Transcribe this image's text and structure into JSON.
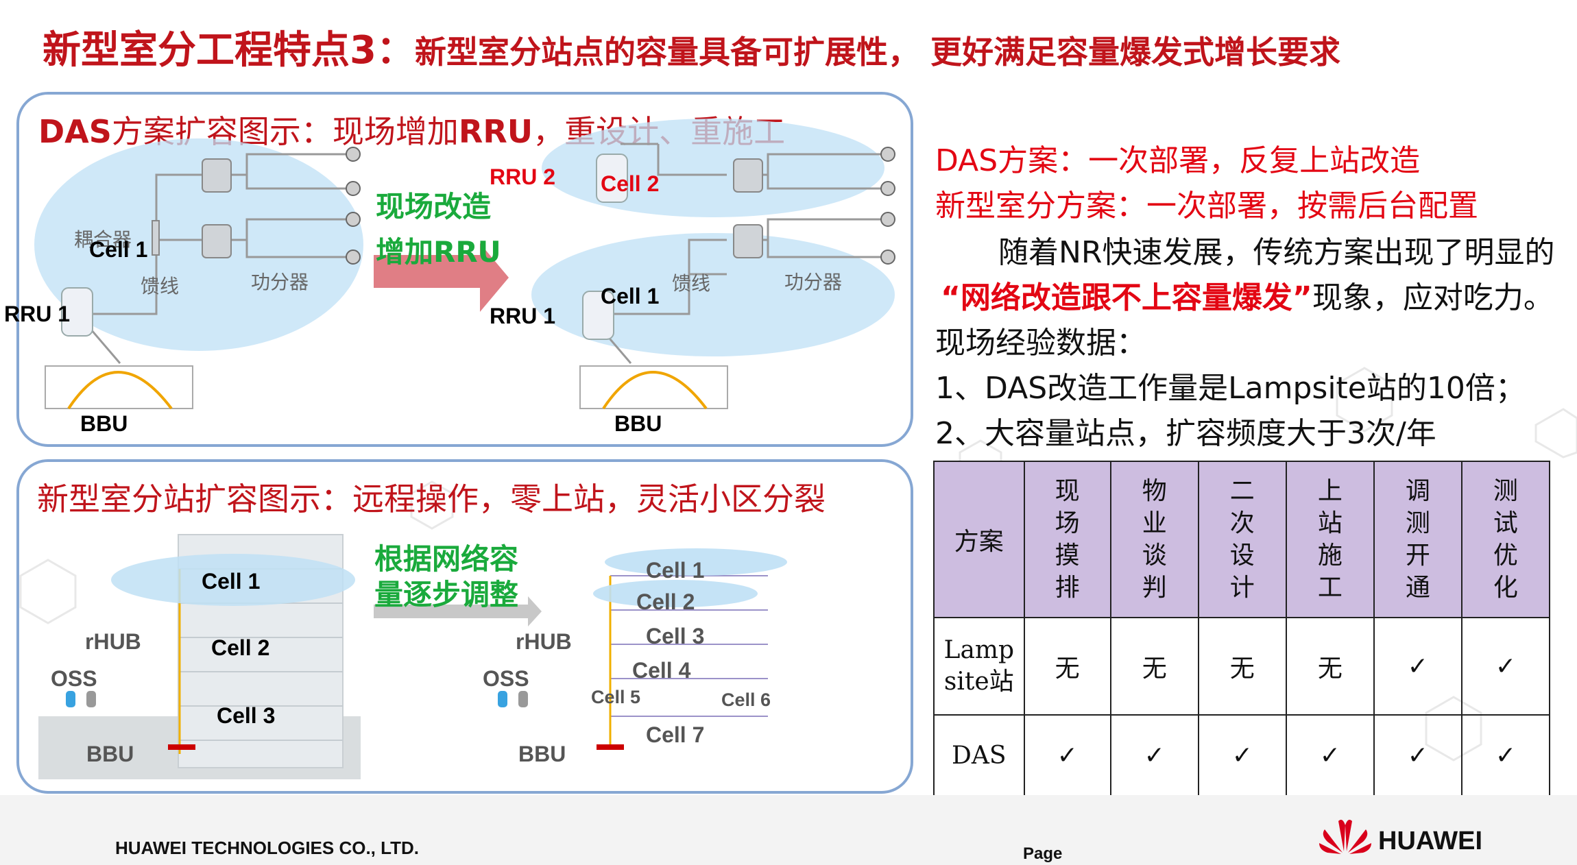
{
  "title": {
    "main": "新型室分工程特点3：",
    "sub": "新型室分站点的容量具备可扩展性， 更好满足容量爆发式增长要求"
  },
  "das_panel": {
    "heading_prefix": "DAS",
    "heading_mid": "方案扩容图示：现场增加",
    "heading_rru": "RRU",
    "heading_suffix": "，重设计、重施工",
    "left": {
      "coupler": "耦合器",
      "cell1": "Cell 1",
      "feeder": "馈线",
      "splitter": "功分器",
      "rru1": "RRU 1",
      "bbu": "BBU"
    },
    "arrow_line1": "现场改造",
    "arrow_line2": "增加RRU",
    "right": {
      "rru2": "RRU 2",
      "cell2": "Cell 2",
      "cell1": "Cell 1",
      "feeder": "馈线",
      "splitter": "功分器",
      "rru1": "RRU 1",
      "bbu": "BBU"
    }
  },
  "new_panel": {
    "heading": "新型室分站扩容图示：远程操作，零上站，灵活小区分裂",
    "arrow_line1": "根据网络容",
    "arrow_line2": "量逐步调整",
    "left": {
      "cell1": "Cell 1",
      "cell2": "Cell 2",
      "cell3": "Cell 3",
      "rhub": "rHUB",
      "oss": "OSS",
      "bbu": "BBU"
    },
    "right": {
      "cell1": "Cell 1",
      "cell2": "Cell 2",
      "cell3": "Cell 3",
      "cell4": "Cell 4",
      "cell5": "Cell 5",
      "cell6": "Cell 6",
      "cell7": "Cell 7",
      "rhub": "rHUB",
      "oss": "OSS",
      "bbu": "BBU"
    }
  },
  "right_text": {
    "line1": "DAS方案：一次部署，反复上站改造",
    "line2": "新型室分方案：一次部署，按需后台配置",
    "para1": "随着NR快速发展，传统方案出现了明显的",
    "quote": "“网络改造跟不上容量爆发”",
    "para2": "现象，应对吃力。",
    "exp": "现场经验数据：",
    "item1": "1、DAS改造工作量是Lampsite站的10倍；",
    "item2": "2、大容量站点，扩容频度大于3次/年"
  },
  "table": {
    "headers": [
      "方案",
      "现场摸排",
      "物业谈判",
      "二次设计",
      "上站施工",
      "调测开通",
      "测试优化"
    ],
    "rows": [
      {
        "name": "Lampsite站",
        "cells": [
          "无",
          "无",
          "无",
          "无",
          "✓",
          "✓"
        ]
      },
      {
        "name": "DAS",
        "cells": [
          "✓",
          "✓",
          "✓",
          "✓",
          "✓",
          "✓"
        ]
      }
    ]
  },
  "footer": {
    "company": "HUAWEI TECHNOLOGIES CO., LTD.",
    "page": "Page",
    "logo": "HUAWEI"
  },
  "colors": {
    "accent_red": "#c0141b",
    "check_red": "#e30613",
    "green": "#1aaa3c",
    "panel_border": "#86a7d3",
    "table_header": "#cdbde0"
  }
}
